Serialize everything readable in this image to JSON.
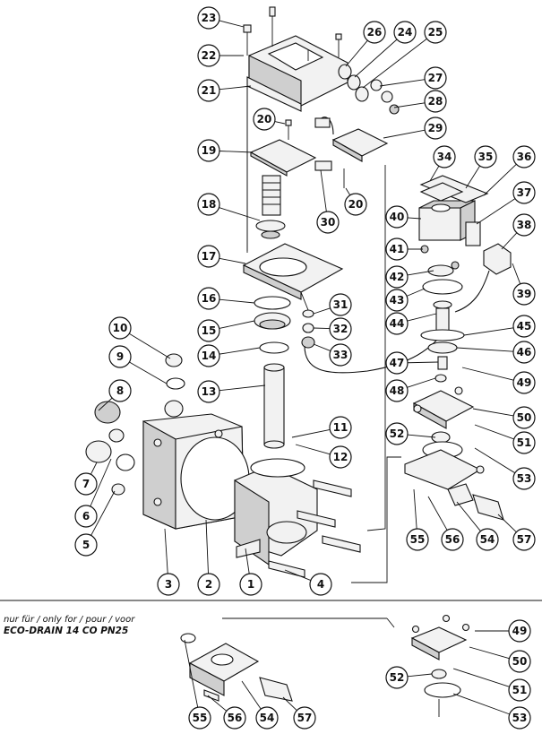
{
  "callouts": [
    {
      "label": "23"
    },
    {
      "label": "26"
    },
    {
      "label": "24"
    },
    {
      "label": "25"
    },
    {
      "label": "22"
    },
    {
      "label": "21"
    },
    {
      "label": "27"
    },
    {
      "label": "28"
    },
    {
      "label": "20"
    },
    {
      "label": "29"
    },
    {
      "label": "19"
    },
    {
      "label": "34"
    },
    {
      "label": "35"
    },
    {
      "label": "36"
    },
    {
      "label": "20"
    },
    {
      "label": "30"
    },
    {
      "label": "37"
    },
    {
      "label": "18"
    },
    {
      "label": "40"
    },
    {
      "label": "38"
    },
    {
      "label": "17"
    },
    {
      "label": "41"
    },
    {
      "label": "16"
    },
    {
      "label": "42"
    },
    {
      "label": "39"
    },
    {
      "label": "31"
    },
    {
      "label": "43"
    },
    {
      "label": "15"
    },
    {
      "label": "32"
    },
    {
      "label": "44"
    },
    {
      "label": "45"
    },
    {
      "label": "10"
    },
    {
      "label": "14"
    },
    {
      "label": "33"
    },
    {
      "label": "46"
    },
    {
      "label": "9"
    },
    {
      "label": "13"
    },
    {
      "label": "47"
    },
    {
      "label": "48"
    },
    {
      "label": "49"
    },
    {
      "label": "8"
    },
    {
      "label": "50"
    },
    {
      "label": "11"
    },
    {
      "label": "52"
    },
    {
      "label": "51"
    },
    {
      "label": "12"
    },
    {
      "label": "53"
    },
    {
      "label": "7"
    },
    {
      "label": "6"
    },
    {
      "label": "55"
    },
    {
      "label": "56"
    },
    {
      "label": "54"
    },
    {
      "label": "57"
    },
    {
      "label": "5"
    },
    {
      "label": "3"
    },
    {
      "label": "2"
    },
    {
      "label": "1"
    },
    {
      "label": "4"
    },
    {
      "label": "49"
    },
    {
      "label": "50"
    },
    {
      "label": "52"
    },
    {
      "label": "51"
    },
    {
      "label": "55"
    },
    {
      "label": "56"
    },
    {
      "label": "54"
    },
    {
      "label": "57"
    },
    {
      "label": "53"
    }
  ],
  "note": {
    "line1": "nur für / only for / pour / voor",
    "line2": "ECO-DRAIN 14 CO PN25"
  }
}
